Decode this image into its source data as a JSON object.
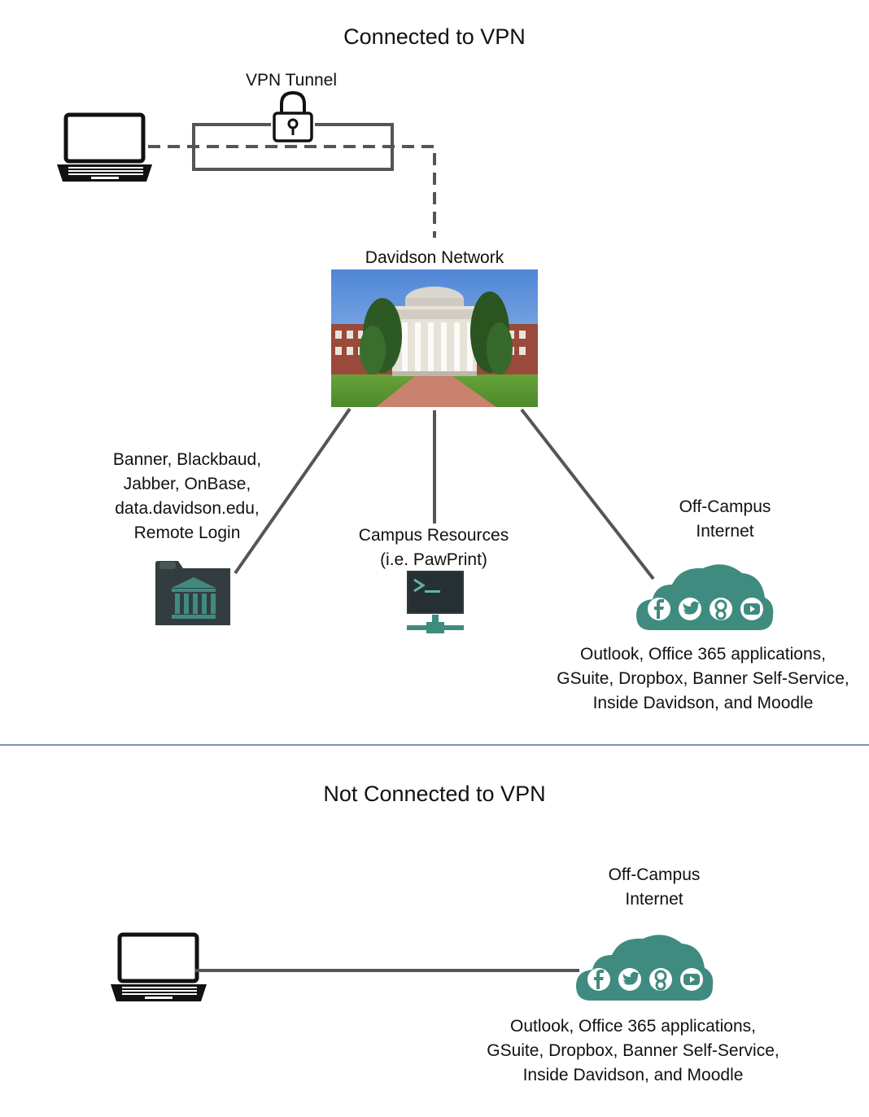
{
  "connected": {
    "title": "Connected to VPN",
    "tunnel_label": "VPN Tunnel",
    "network_label": "Davidson Network",
    "services_lines": [
      "Banner, Blackbaud,",
      "Jabber, OnBase,",
      "data.davidson.edu,",
      "Remote Login"
    ],
    "campus_lines": [
      "Campus Resources",
      "(i.e. PawPrint)"
    ],
    "internet_lines": [
      "Off-Campus",
      "Internet"
    ],
    "cloud_apps_lines": [
      "Outlook, Office 365 applications,",
      "GSuite, Dropbox, Banner Self-Service,",
      "Inside Davidson, and Moodle"
    ]
  },
  "not_connected": {
    "title": "Not Connected to VPN",
    "internet_lines": [
      "Off-Campus",
      "Internet"
    ],
    "cloud_apps_lines": [
      "Outlook, Office 365 applications,",
      "GSuite, Dropbox, Banner Self-Service,",
      "Inside Davidson, and Moodle"
    ]
  },
  "colors": {
    "accent_teal": "#3f8b7f",
    "divider_blue": "#4a6fa5",
    "line_gray": "#555555",
    "dark_icon": "#333d40"
  },
  "icons": [
    "laptop-icon",
    "padlock-icon",
    "campus-building-photo",
    "folder-bank-icon",
    "terminal-monitor-icon",
    "social-cloud-icon"
  ]
}
